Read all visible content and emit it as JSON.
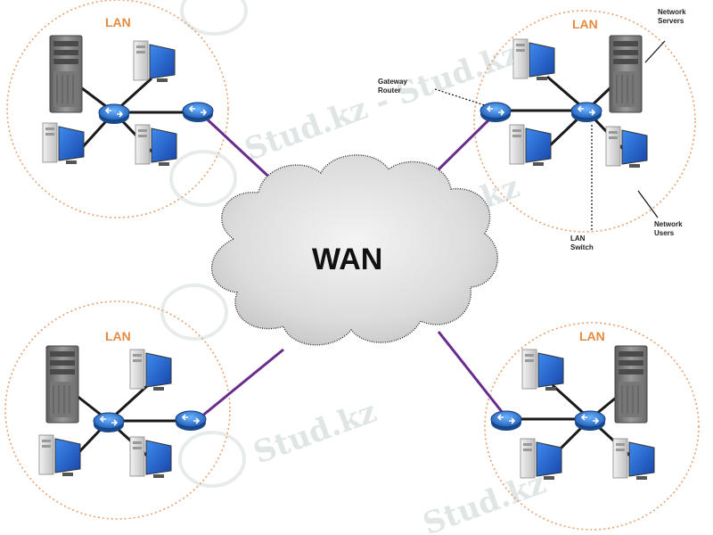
{
  "lans": [
    {
      "id": "top-left",
      "label": "LAN"
    },
    {
      "id": "top-right",
      "label": "LAN"
    },
    {
      "id": "bottom-left",
      "label": "LAN"
    },
    {
      "id": "bottom-right",
      "label": "LAN"
    }
  ],
  "wan_label": "WAN",
  "annotations": {
    "gateway": "Gateway Router",
    "servers": "Network Servers",
    "switch": "LAN Switch",
    "users": "Network Users"
  },
  "watermark": "Stud.kz",
  "watermark_dash": "Stud.kz - Stud.kz",
  "colors": {
    "lan_border": "#e8a070",
    "lan_label": "#e88a40",
    "wan_link": "#6a2c8c",
    "lan_link": "#1a1a1a",
    "router_blue": "#2f7fd4",
    "monitor_blue": "#1f5fc8",
    "tower_gray": "#8a8a8a",
    "watermark": "#b9c9c6"
  },
  "icons": [
    "server-tower-icon",
    "desktop-pc-icon",
    "lan-switch-icon",
    "gateway-router-icon",
    "cloud-icon"
  ]
}
